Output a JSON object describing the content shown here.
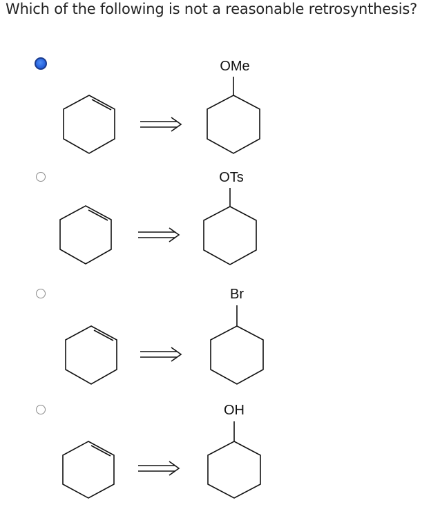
{
  "question": {
    "text": "Which of the following is not a reasonable retrosynthesis?"
  },
  "options": [
    {
      "substituent": "OMe",
      "selected": true
    },
    {
      "substituent": "OTs",
      "selected": false
    },
    {
      "substituent": "Br",
      "selected": false
    },
    {
      "substituent": "OH",
      "selected": false
    }
  ],
  "colors": {
    "selected_radio": "#2a66e0",
    "line": "#111111"
  },
  "icons": {
    "arrow": "retrosynthesis-arrow-icon",
    "molecule_left": "cyclohexene-icon",
    "molecule_right": "substituted-cyclohexane-icon"
  }
}
